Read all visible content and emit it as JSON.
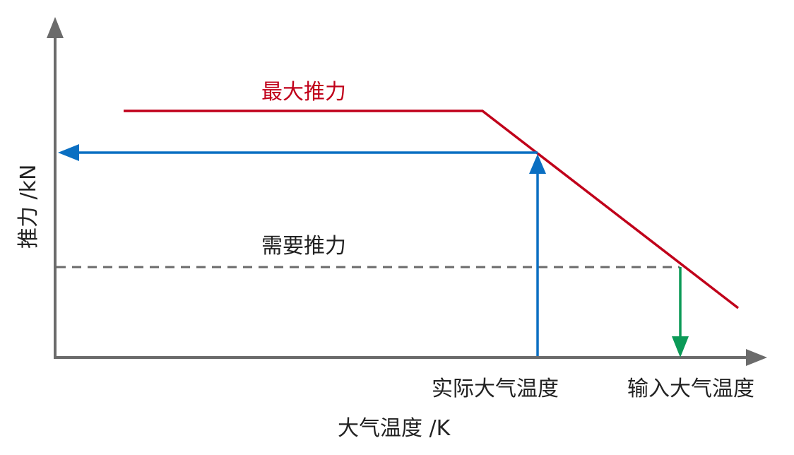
{
  "diagram": {
    "y_axis_label": "推力 /kN",
    "x_axis_label": "大气温度 /K",
    "max_thrust_label": "最大推力",
    "required_thrust_label": "需要推力",
    "actual_temp_label": "实际大气温度",
    "input_temp_label": "输入大气温度"
  },
  "colors": {
    "axis": "#6b6b6b",
    "max_thrust_line": "#c0001a",
    "max_thrust_text": "#c0001a",
    "actual_arrow": "#0a6fc2",
    "required_line": "#6b6b6b",
    "input_arrow": "#0b9a57",
    "text": "#222222"
  }
}
